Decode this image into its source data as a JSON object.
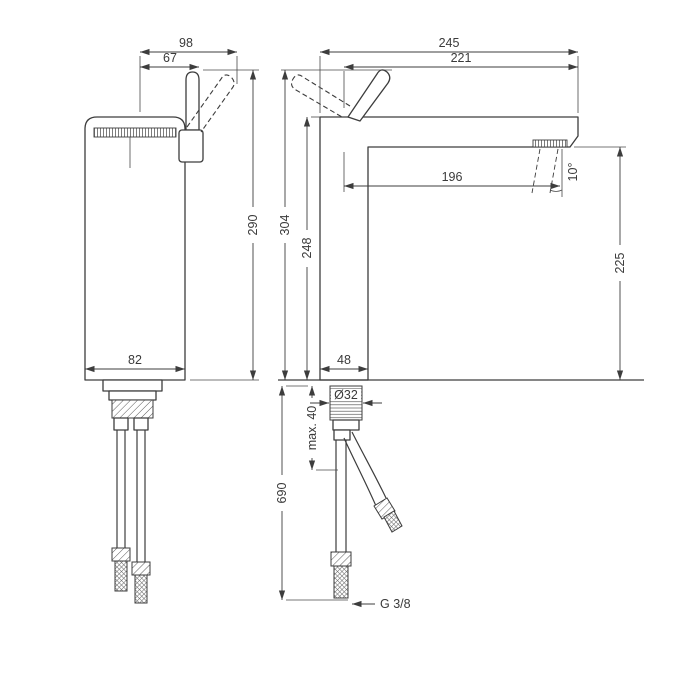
{
  "drawing": {
    "background": "#ffffff",
    "line_color": "#3d3d3d",
    "front_view": {
      "dims": {
        "width_top": "98",
        "handle_width": "67",
        "height": "290",
        "base_width": "82"
      }
    },
    "side_view": {
      "dims": {
        "depth_total": "245",
        "depth_from_center": "221",
        "height_total": "304",
        "height_body": "248",
        "spout_reach": "196",
        "spout_height": "225",
        "angle": "10°",
        "base_depth": "48",
        "shank_diameter": "Ø32",
        "mounting_max": "max. 40",
        "hose_length": "690",
        "connection_thread": "G 3/8"
      }
    }
  }
}
